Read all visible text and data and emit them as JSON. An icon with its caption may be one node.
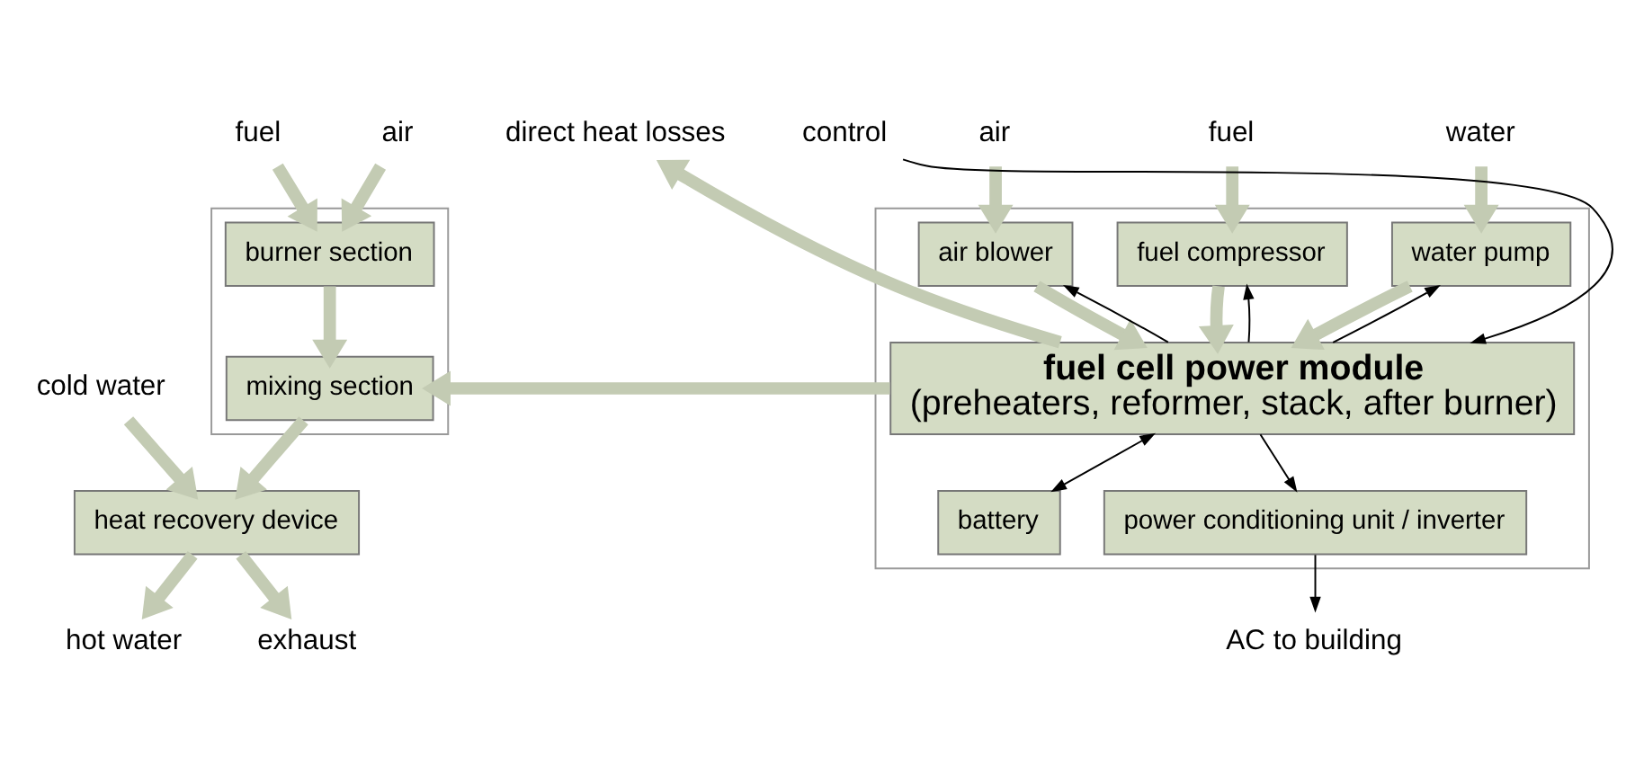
{
  "diagram": {
    "nodes": [
      {
        "text": [],
        "shape": "box"
      },
      {
        "text": [
          "burner section"
        ],
        "in": 0
      },
      {
        "text": [
          "mixing section"
        ],
        "in": 0
      },
      {
        "text": [
          "heat recovery device"
        ]
      },
      {
        "text": [],
        "shape": "box"
      },
      {
        "text": [
          "air blower"
        ],
        "in": 4
      },
      {
        "text": [
          "fuel compressor"
        ],
        "in": 4
      },
      {
        "text": [
          "water pump"
        ],
        "in": 4
      },
      {
        "text": [
          "fuel cell power module",
          "(preheaters, reformer, stack, after burner)"
        ],
        "in": 4
      },
      {
        "text": [
          "battery"
        ],
        "in": 4
      },
      {
        "text": [
          "power conditioning unit / inverter"
        ],
        "in": 4
      },
      {
        "text": [
          "fuel"
        ]
      },
      {
        "text": [
          "air"
        ]
      },
      {
        "text": [
          "cold water"
        ]
      },
      {
        "text": [
          "hot water"
        ]
      },
      {
        "text": [
          "exhaust"
        ]
      },
      {
        "text": [
          "air"
        ]
      },
      {
        "text": [
          "fuel"
        ]
      },
      {
        "text": [
          "water"
        ]
      },
      {
        "text": [
          "direct heat losses"
        ]
      },
      {
        "text": [
          "control"
        ]
      },
      {
        "text": [
          "AC to building"
        ]
      }
    ],
    "edges": [
      {
        "from": 11,
        "to": 1,
        "arrow": "to"
      },
      {
        "from": 12,
        "to": 1,
        "arrow": "to"
      },
      {
        "from": 1,
        "to": 2,
        "arrow": "to"
      },
      {
        "from": 8,
        "to": 2,
        "arrow": "to"
      },
      {
        "from": 2,
        "to": 3,
        "arrow": "to"
      },
      {
        "from": 13,
        "to": 3,
        "arrow": "to"
      },
      {
        "from": 3,
        "to": 14,
        "arrow": "to"
      },
      {
        "from": 3,
        "to": 15,
        "arrow": "to"
      },
      {
        "from": 16,
        "to": 5,
        "arrow": "to"
      },
      {
        "from": 17,
        "to": 6,
        "arrow": "to"
      },
      {
        "from": 18,
        "to": 7,
        "arrow": "to"
      },
      {
        "from": 5,
        "to": 8,
        "arrow": "to"
      },
      {
        "from": 6,
        "to": 8,
        "arrow": "to"
      },
      {
        "from": 7,
        "to": 8,
        "arrow": "to"
      },
      {
        "from": 8,
        "to": 19,
        "arrow": "to"
      },
      {
        "from": 8,
        "to": 5,
        "arrow": "to",
        "color": "#000000"
      },
      {
        "from": 8,
        "to": 6,
        "arrow": "to",
        "color": "#000000"
      },
      {
        "from": 8,
        "to": 7,
        "arrow": "to",
        "color": "#000000"
      },
      {
        "from": 20,
        "to": 8,
        "arrow": "to",
        "color": "#000000"
      },
      {
        "from": 8,
        "to": 10,
        "arrow": "to",
        "color": "#000000"
      },
      {
        "from": 8,
        "to": 9,
        "arrow": "both",
        "color": "#000000"
      },
      {
        "from": 10,
        "to": 21,
        "arrow": "to",
        "color": "#000000"
      }
    ]
  }
}
